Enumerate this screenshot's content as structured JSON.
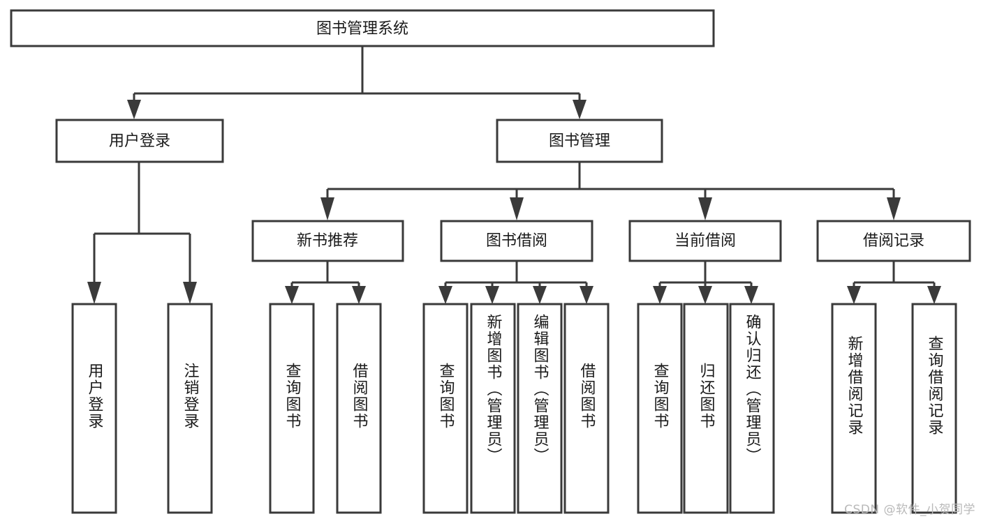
{
  "diagram": {
    "type": "tree",
    "title": "图书管理系统",
    "orientation": "top-down",
    "colors": {
      "stroke": "#3a3a3a",
      "fill": "#ffffff",
      "text": "#1a1a1a",
      "watermark": "#b9b9b9",
      "background": "#ffffff"
    },
    "root": {
      "label": "图书管理系统"
    },
    "level2": [
      {
        "label": "用户登录"
      },
      {
        "label": "图书管理"
      }
    ],
    "level3": [
      {
        "label": "新书推荐"
      },
      {
        "label": "图书借阅"
      },
      {
        "label": "当前借阅"
      },
      {
        "label": "借阅记录"
      }
    ],
    "leaves": {
      "user_login": [
        {
          "label": "用户登录"
        },
        {
          "label": "注销登录"
        }
      ],
      "new_book_recommend": [
        {
          "label": "查询图书"
        },
        {
          "label": "借阅图书"
        }
      ],
      "book_borrow": [
        {
          "label": "查询图书"
        },
        {
          "label": "新增图书（管理员）"
        },
        {
          "label": "编辑图书（管理员）"
        },
        {
          "label": "借阅图书"
        }
      ],
      "current_borrow": [
        {
          "label": "查询图书"
        },
        {
          "label": "归还图书"
        },
        {
          "label": "确认归还（管理员）"
        }
      ],
      "borrow_record": [
        {
          "label": "新增借阅记录"
        },
        {
          "label": "查询借阅记录"
        }
      ]
    }
  },
  "watermark": {
    "text": "CSDN @软件_小贺同学"
  }
}
